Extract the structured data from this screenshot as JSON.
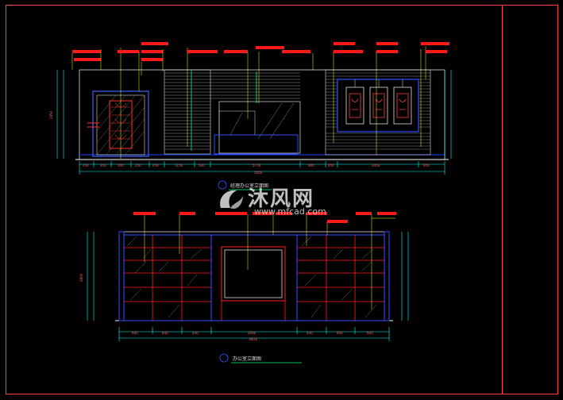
{
  "watermark": {
    "title": "沐风网",
    "url": "www.mfcad.com"
  },
  "elevation_top": {
    "caption": "经理办公室立面图",
    "overall_dimension": "5650",
    "segment_dimensions": [
      "450",
      "350",
      "500",
      "250",
      "450",
      "1150",
      "500",
      "5770",
      "900",
      "450",
      "2450",
      "950"
    ],
    "height_dimension": "2850"
  },
  "elevation_bottom": {
    "caption": "办公室立面图",
    "overall_dimension": "6650",
    "segment_dimensions": [
      "640",
      "640",
      "440",
      "2000",
      "440",
      "640",
      "640"
    ],
    "height_dimension": "2800"
  },
  "colors": {
    "background": "#000000",
    "frame": "#ff4040",
    "outline": "#ffffff",
    "annotation": "#ff2020",
    "leader": "#ffff00",
    "dimension": "#00ffff",
    "panel": "#2020ff",
    "shelf": "#ff2020"
  }
}
